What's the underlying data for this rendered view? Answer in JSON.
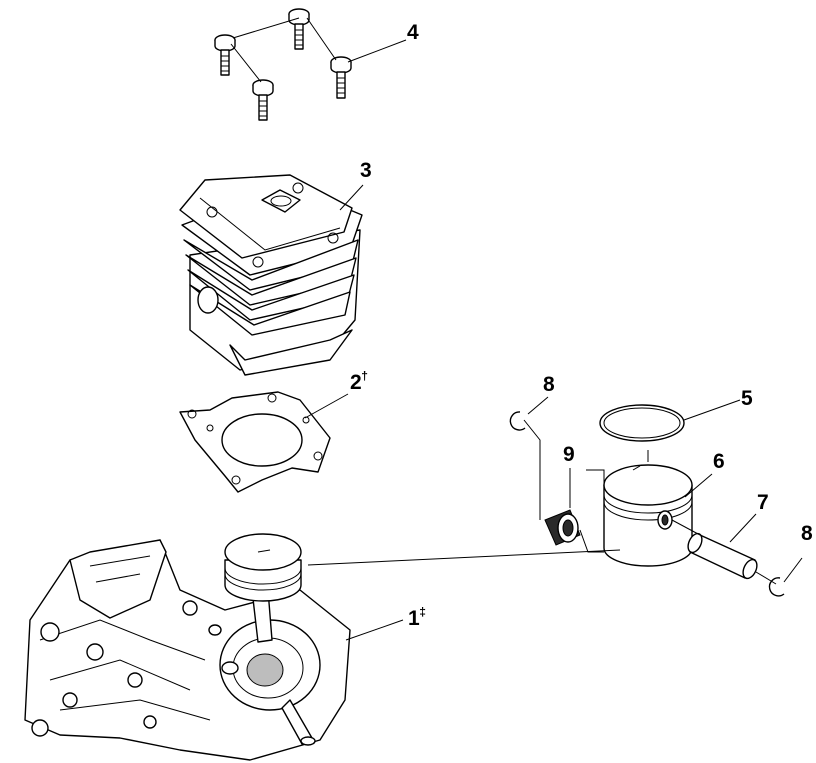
{
  "callouts": [
    {
      "id": "1",
      "label": "1",
      "mark": "‡"
    },
    {
      "id": "2",
      "label": "2",
      "mark": "†"
    },
    {
      "id": "3",
      "label": "3",
      "mark": ""
    },
    {
      "id": "4",
      "label": "4",
      "mark": ""
    },
    {
      "id": "5",
      "label": "5",
      "mark": ""
    },
    {
      "id": "6",
      "label": "6",
      "mark": ""
    },
    {
      "id": "7",
      "label": "7",
      "mark": ""
    },
    {
      "id": "8a",
      "label": "8",
      "mark": ""
    },
    {
      "id": "8b",
      "label": "8",
      "mark": ""
    },
    {
      "id": "9",
      "label": "9",
      "mark": ""
    }
  ],
  "parts": [
    {
      "id": "1",
      "icon": "engine-crankcase-assembly-icon"
    },
    {
      "id": "2",
      "icon": "cylinder-gasket-icon"
    },
    {
      "id": "3",
      "icon": "cylinder-icon"
    },
    {
      "id": "4",
      "icon": "cylinder-screw-icon"
    },
    {
      "id": "5",
      "icon": "piston-ring-icon"
    },
    {
      "id": "6",
      "icon": "piston-icon"
    },
    {
      "id": "7",
      "icon": "piston-pin-icon"
    },
    {
      "id": "8",
      "icon": "retaining-clip-icon"
    },
    {
      "id": "9",
      "icon": "needle-bearing-icon"
    }
  ]
}
